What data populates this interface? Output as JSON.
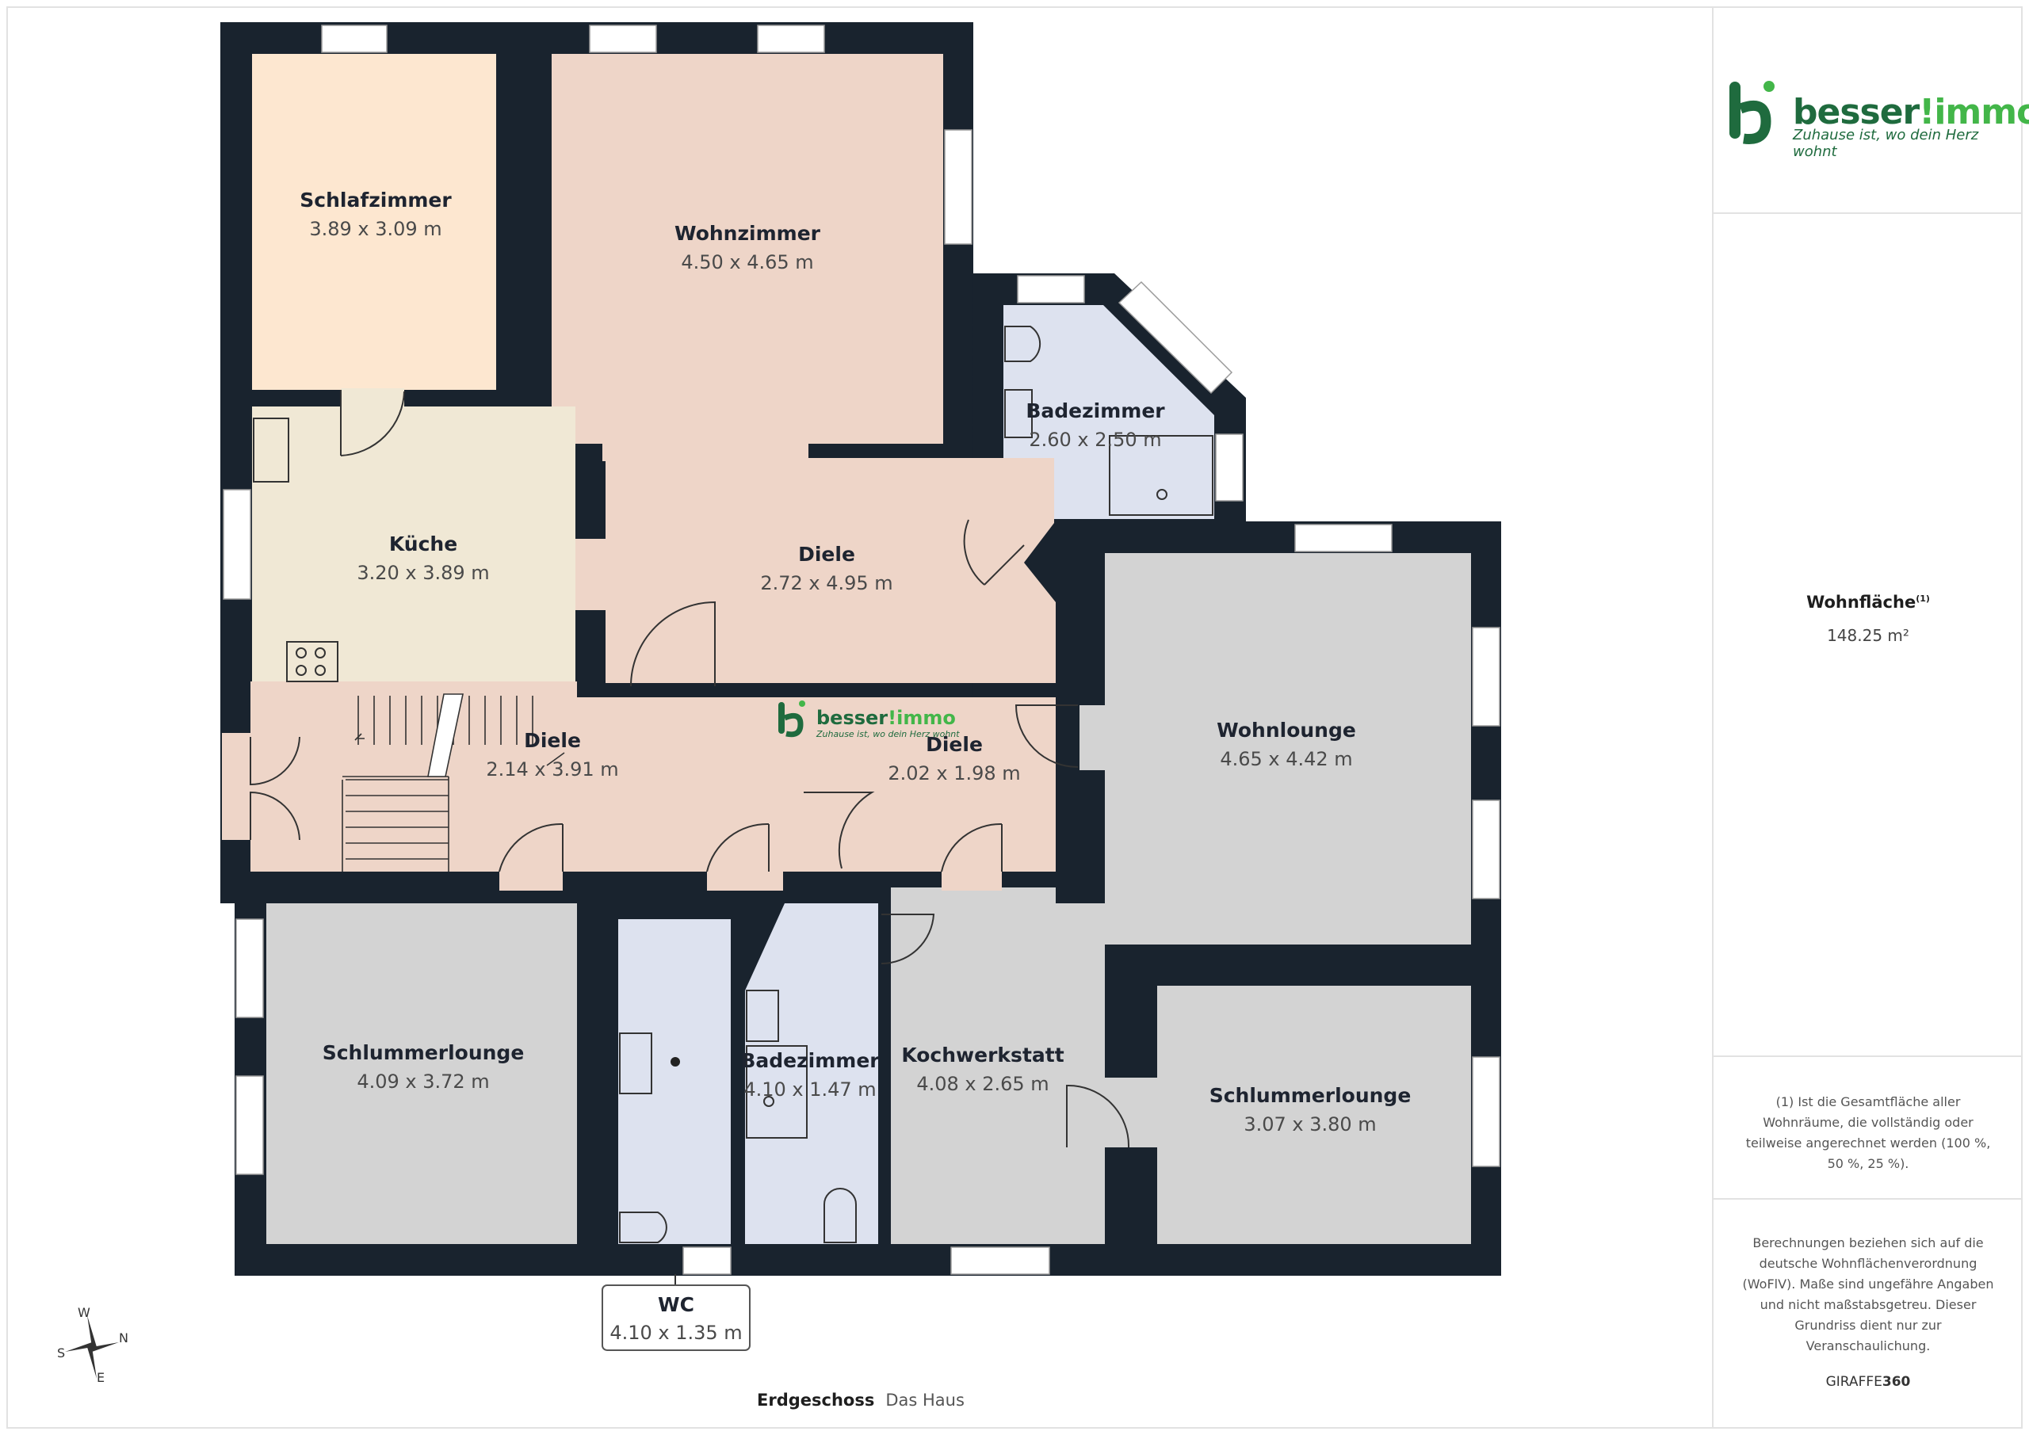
{
  "brand": {
    "name_part1": "besser",
    "name_part2": "!immo",
    "tagline": "Zuhause ist, wo dein Herz wohnt"
  },
  "area": {
    "label": "Wohnfläche",
    "footnote_mark": "(1)",
    "value": "148.25 m²"
  },
  "footnote": "(1) Ist die Gesamtfläche aller Wohnräume, die vollständig oder teilweise angerechnet werden (100 %, 50 %, 25 %).",
  "disclaimer": "Berechnungen beziehen sich auf die deutsche Wohnflächenverordnung (WoFlV). Maße sind ungefähre Angaben und nicht maßstabsgetreu. Dieser Grundriss dient nur zur Veranschaulichung.",
  "credit": {
    "part1": "GIRAFFE",
    "part2": "360"
  },
  "floor": {
    "name": "Erdgeschoss",
    "building": "Das Haus"
  },
  "compass": {
    "w": "W",
    "n": "N",
    "s": "S",
    "e": "E"
  },
  "colors": {
    "wall": "#19232e",
    "peach": "#fde7d0",
    "salmon": "#eed5c8",
    "cream": "#f0e8d5",
    "grey": "#d3d3d3",
    "blue": "#dde2ef",
    "brand_green": "#1f6b3e"
  },
  "rooms": {
    "schlafzimmer": {
      "name": "Schlafzimmer",
      "dims": "3.89 x 3.09 m"
    },
    "wohnzimmer": {
      "name": "Wohnzimmer",
      "dims": "4.50 x 4.65 m"
    },
    "badezimmer1": {
      "name": "Badezimmer",
      "dims": "2.60 x 2.50 m"
    },
    "kueche": {
      "name": "Küche",
      "dims": "3.20 x 3.89 m"
    },
    "diele1": {
      "name": "Diele",
      "dims": "2.72 x 4.95 m"
    },
    "wohnlounge": {
      "name": "Wohnlounge",
      "dims": "4.65 x 4.42 m"
    },
    "diele2": {
      "name": "Diele",
      "dims": "2.14 x 3.91 m"
    },
    "diele3": {
      "name": "Diele",
      "dims": "2.02 x 1.98 m"
    },
    "schlummer1": {
      "name": "Schlummerlounge",
      "dims": "4.09 x 3.72 m"
    },
    "badezimmer2": {
      "name": "Badezimmer",
      "dims": "4.10 x 1.47 m"
    },
    "kochwerkstatt": {
      "name": "Kochwerkstatt",
      "dims": "4.08 x 2.65 m"
    },
    "schlummer2": {
      "name": "Schlummerlounge",
      "dims": "3.07 x 3.80 m"
    },
    "wc": {
      "name": "WC",
      "dims": "4.10 x 1.35 m"
    }
  }
}
